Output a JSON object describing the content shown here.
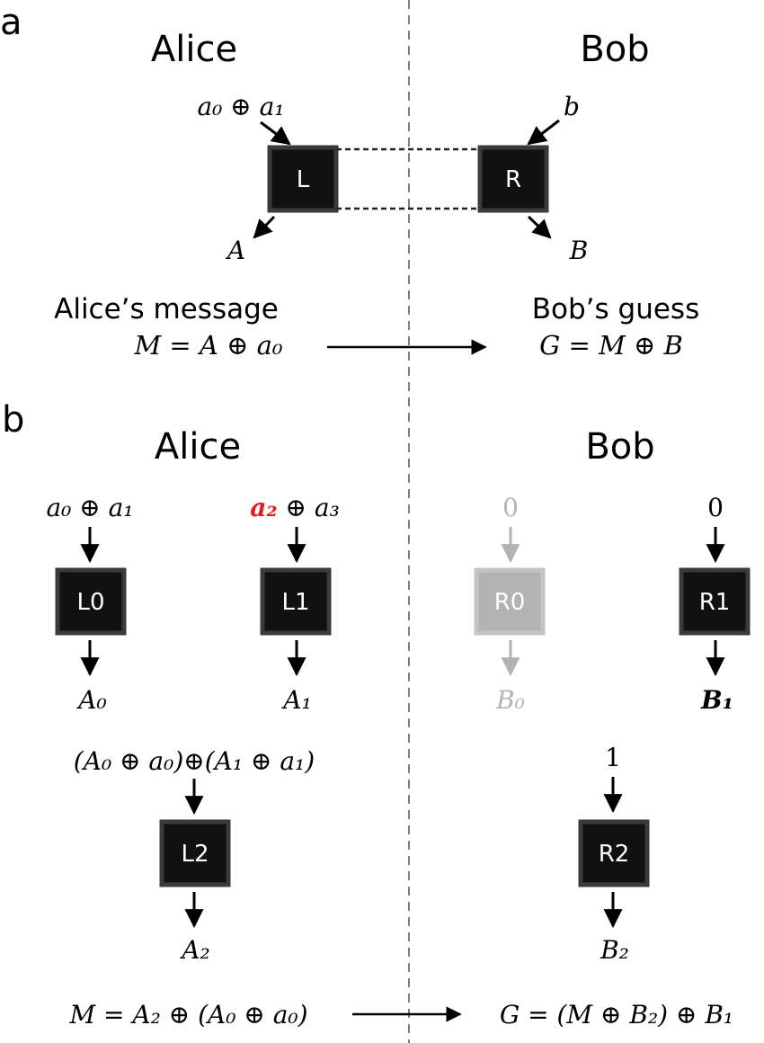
{
  "panel_a": {
    "label": "a",
    "alice_heading": "Alice",
    "bob_heading": "Bob",
    "alice_input": "a₀ ⊕ a₁",
    "bob_input": "b",
    "box_left": "L",
    "box_right": "R",
    "alice_output": "A",
    "bob_output": "B",
    "alice_message_caption": "Alice’s message",
    "alice_message_formula": "M = A ⊕ a₀",
    "bob_guess_caption": "Bob’s guess",
    "bob_guess_formula": "G = M ⊕ B"
  },
  "panel_b": {
    "label": "b",
    "alice_heading": "Alice",
    "bob_heading": "Bob",
    "l0": {
      "input": "a₀ ⊕ a₁",
      "box": "L0",
      "output": "A₀"
    },
    "l1": {
      "input_highlight": "a₂",
      "input_rest": " ⊕ a₃",
      "box": "L1",
      "output": "A₁"
    },
    "r0": {
      "input": "0",
      "box": "R0",
      "output": "B₀"
    },
    "r1": {
      "input": "0",
      "box": "R1",
      "output": "B₁"
    },
    "l2": {
      "input": "(A₀ ⊕ a₀)⊕(A₁ ⊕ a₁)",
      "box": "L2",
      "output": "A₂"
    },
    "r2": {
      "input": "1",
      "box": "R2",
      "output": "B₂"
    },
    "message_formula": "M = A₂ ⊕ (A₀ ⊕ a₀)",
    "guess_formula": "G = (M ⊕ B₂) ⊕ B₁"
  },
  "colors": {
    "box": "#111111",
    "box_border": "#3a3a3a",
    "faded": "#b3b3b3",
    "highlight": "#e02020"
  }
}
